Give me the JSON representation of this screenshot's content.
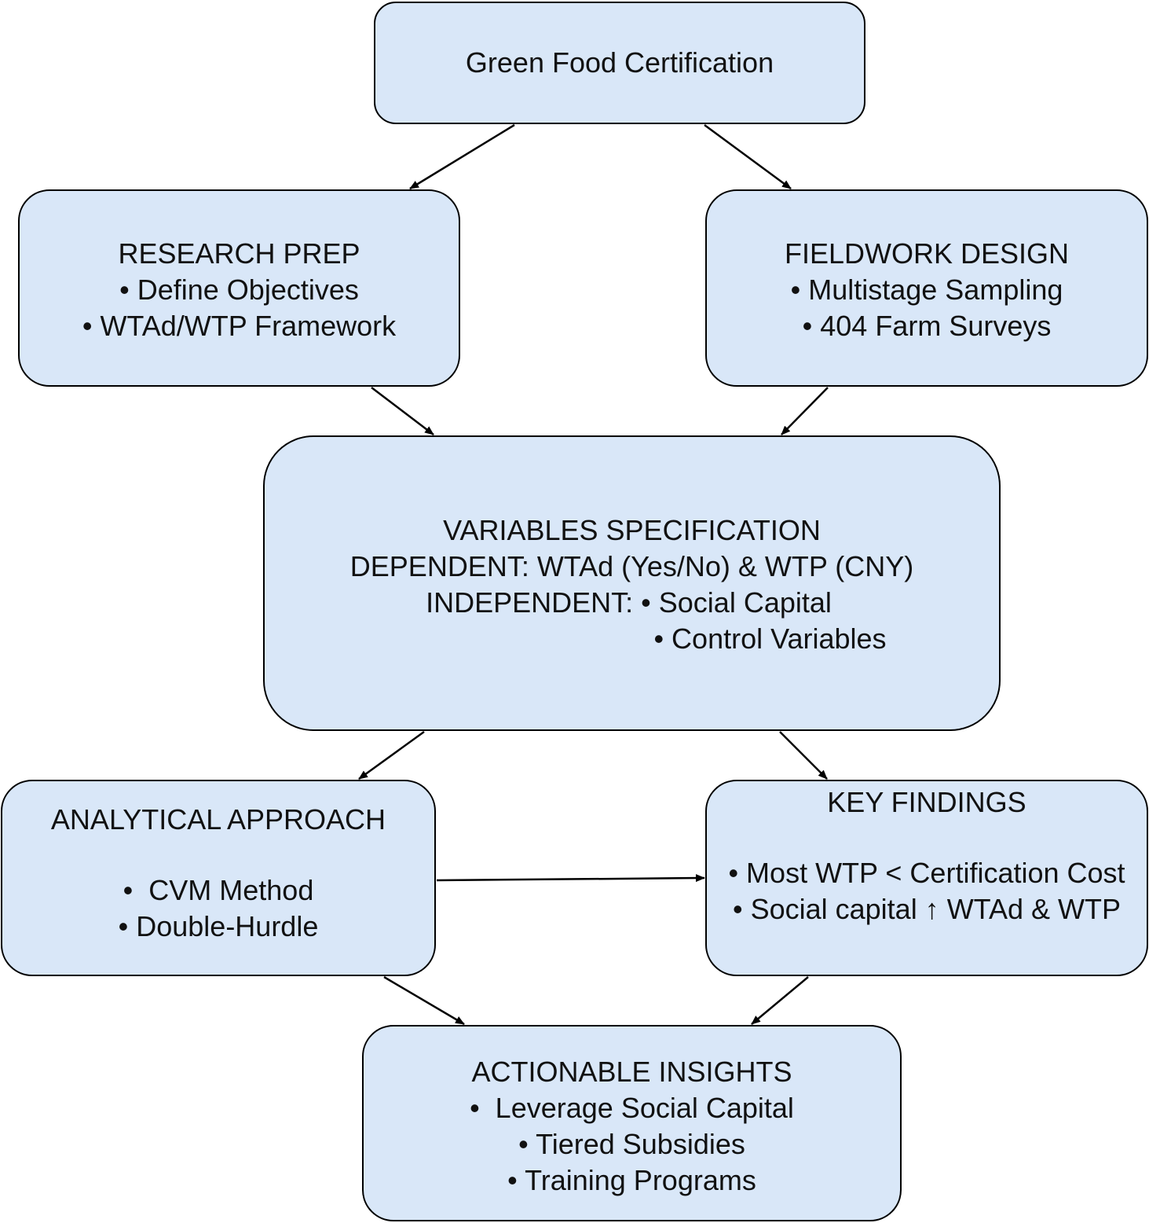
{
  "colors": {
    "node_fill": "#d9e7f8",
    "stroke": "#000000",
    "text": "#111111",
    "background": "#ffffff"
  },
  "nodes": {
    "certification": {
      "title": "Green Food Certification"
    },
    "research_prep": {
      "title": "RESEARCH PREP",
      "items": [
        "• Define Objectives",
        "• WTAd/WTP Framework"
      ]
    },
    "fieldwork_design": {
      "title": "FIELDWORK DESIGN",
      "items": [
        "• Multistage Sampling",
        "• 404 Farm Surveys"
      ]
    },
    "variables_spec": {
      "title": "VARIABLES SPECIFICATION",
      "dependent": "DEPENDENT: WTAd (Yes/No) & WTP (CNY)",
      "independent_label": "INDEPENDENT: ",
      "independent_items": [
        "• Social Capital",
        "• Control Variables"
      ]
    },
    "analytical_approach": {
      "title": "ANALYTICAL APPROACH",
      "items": [
        "•  CVM Method",
        "• Double-Hurdle"
      ]
    },
    "key_findings": {
      "title": "KEY FINDINGS",
      "items": [
        "• Most WTP < Certification Cost",
        "• Social capital ↑ WTAd & WTP"
      ]
    },
    "actionable_insights": {
      "title": "ACTIONABLE INSIGHTS",
      "items": [
        "•  Leverage Social Capital",
        "• Tiered Subsidies",
        "• Training Programs"
      ]
    }
  },
  "edges": [
    {
      "from": "certification",
      "to": "research_prep"
    },
    {
      "from": "certification",
      "to": "fieldwork_design"
    },
    {
      "from": "research_prep",
      "to": "variables_spec"
    },
    {
      "from": "fieldwork_design",
      "to": "variables_spec"
    },
    {
      "from": "variables_spec",
      "to": "analytical_approach"
    },
    {
      "from": "variables_spec",
      "to": "key_findings"
    },
    {
      "from": "analytical_approach",
      "to": "key_findings"
    },
    {
      "from": "analytical_approach",
      "to": "actionable_insights"
    },
    {
      "from": "key_findings",
      "to": "actionable_insights"
    }
  ]
}
